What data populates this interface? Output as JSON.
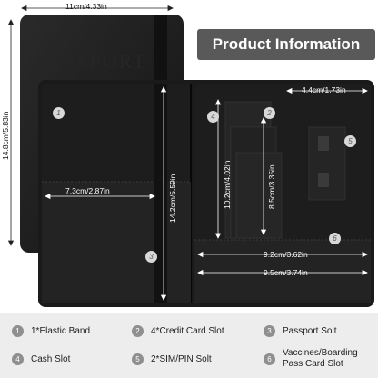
{
  "banner": {
    "title": "Product Information"
  },
  "dimensions": {
    "width_top": "11cm/4.33in",
    "height_left": "14.8cm/5.83in",
    "inner_height": "14.2cm/5.59in",
    "inner_width": "7.3cm/2.87in",
    "slot_height": "10.2cm/4.02in",
    "card_height": "8.5cm/3.35in",
    "sim_width": "4.4cm/1.73in",
    "pocket_width_a": "9.2cm/3.62in",
    "pocket_width_b": "9.5cm/3.74in"
  },
  "cover": {
    "embossed_text": "PASSPORT"
  },
  "legend": [
    {
      "num": "1",
      "label": "1*Elastic Band"
    },
    {
      "num": "2",
      "label": "4*Credit Card Slot"
    },
    {
      "num": "3",
      "label": "Passport Solt"
    },
    {
      "num": "4",
      "label": "Cash Slot"
    },
    {
      "num": "5",
      "label": "2*SIM/PIN Solt"
    },
    {
      "num": "6",
      "label_line1": "Vaccines/Boarding",
      "label_line2": "Pass Card Slot"
    }
  ],
  "markers": [
    "1",
    "2",
    "3",
    "4",
    "5",
    "6"
  ],
  "colors": {
    "leather": "#1c1c1c",
    "banner": "#595959",
    "legend_bg": "#ededed",
    "badge": "#8f8f8f"
  }
}
